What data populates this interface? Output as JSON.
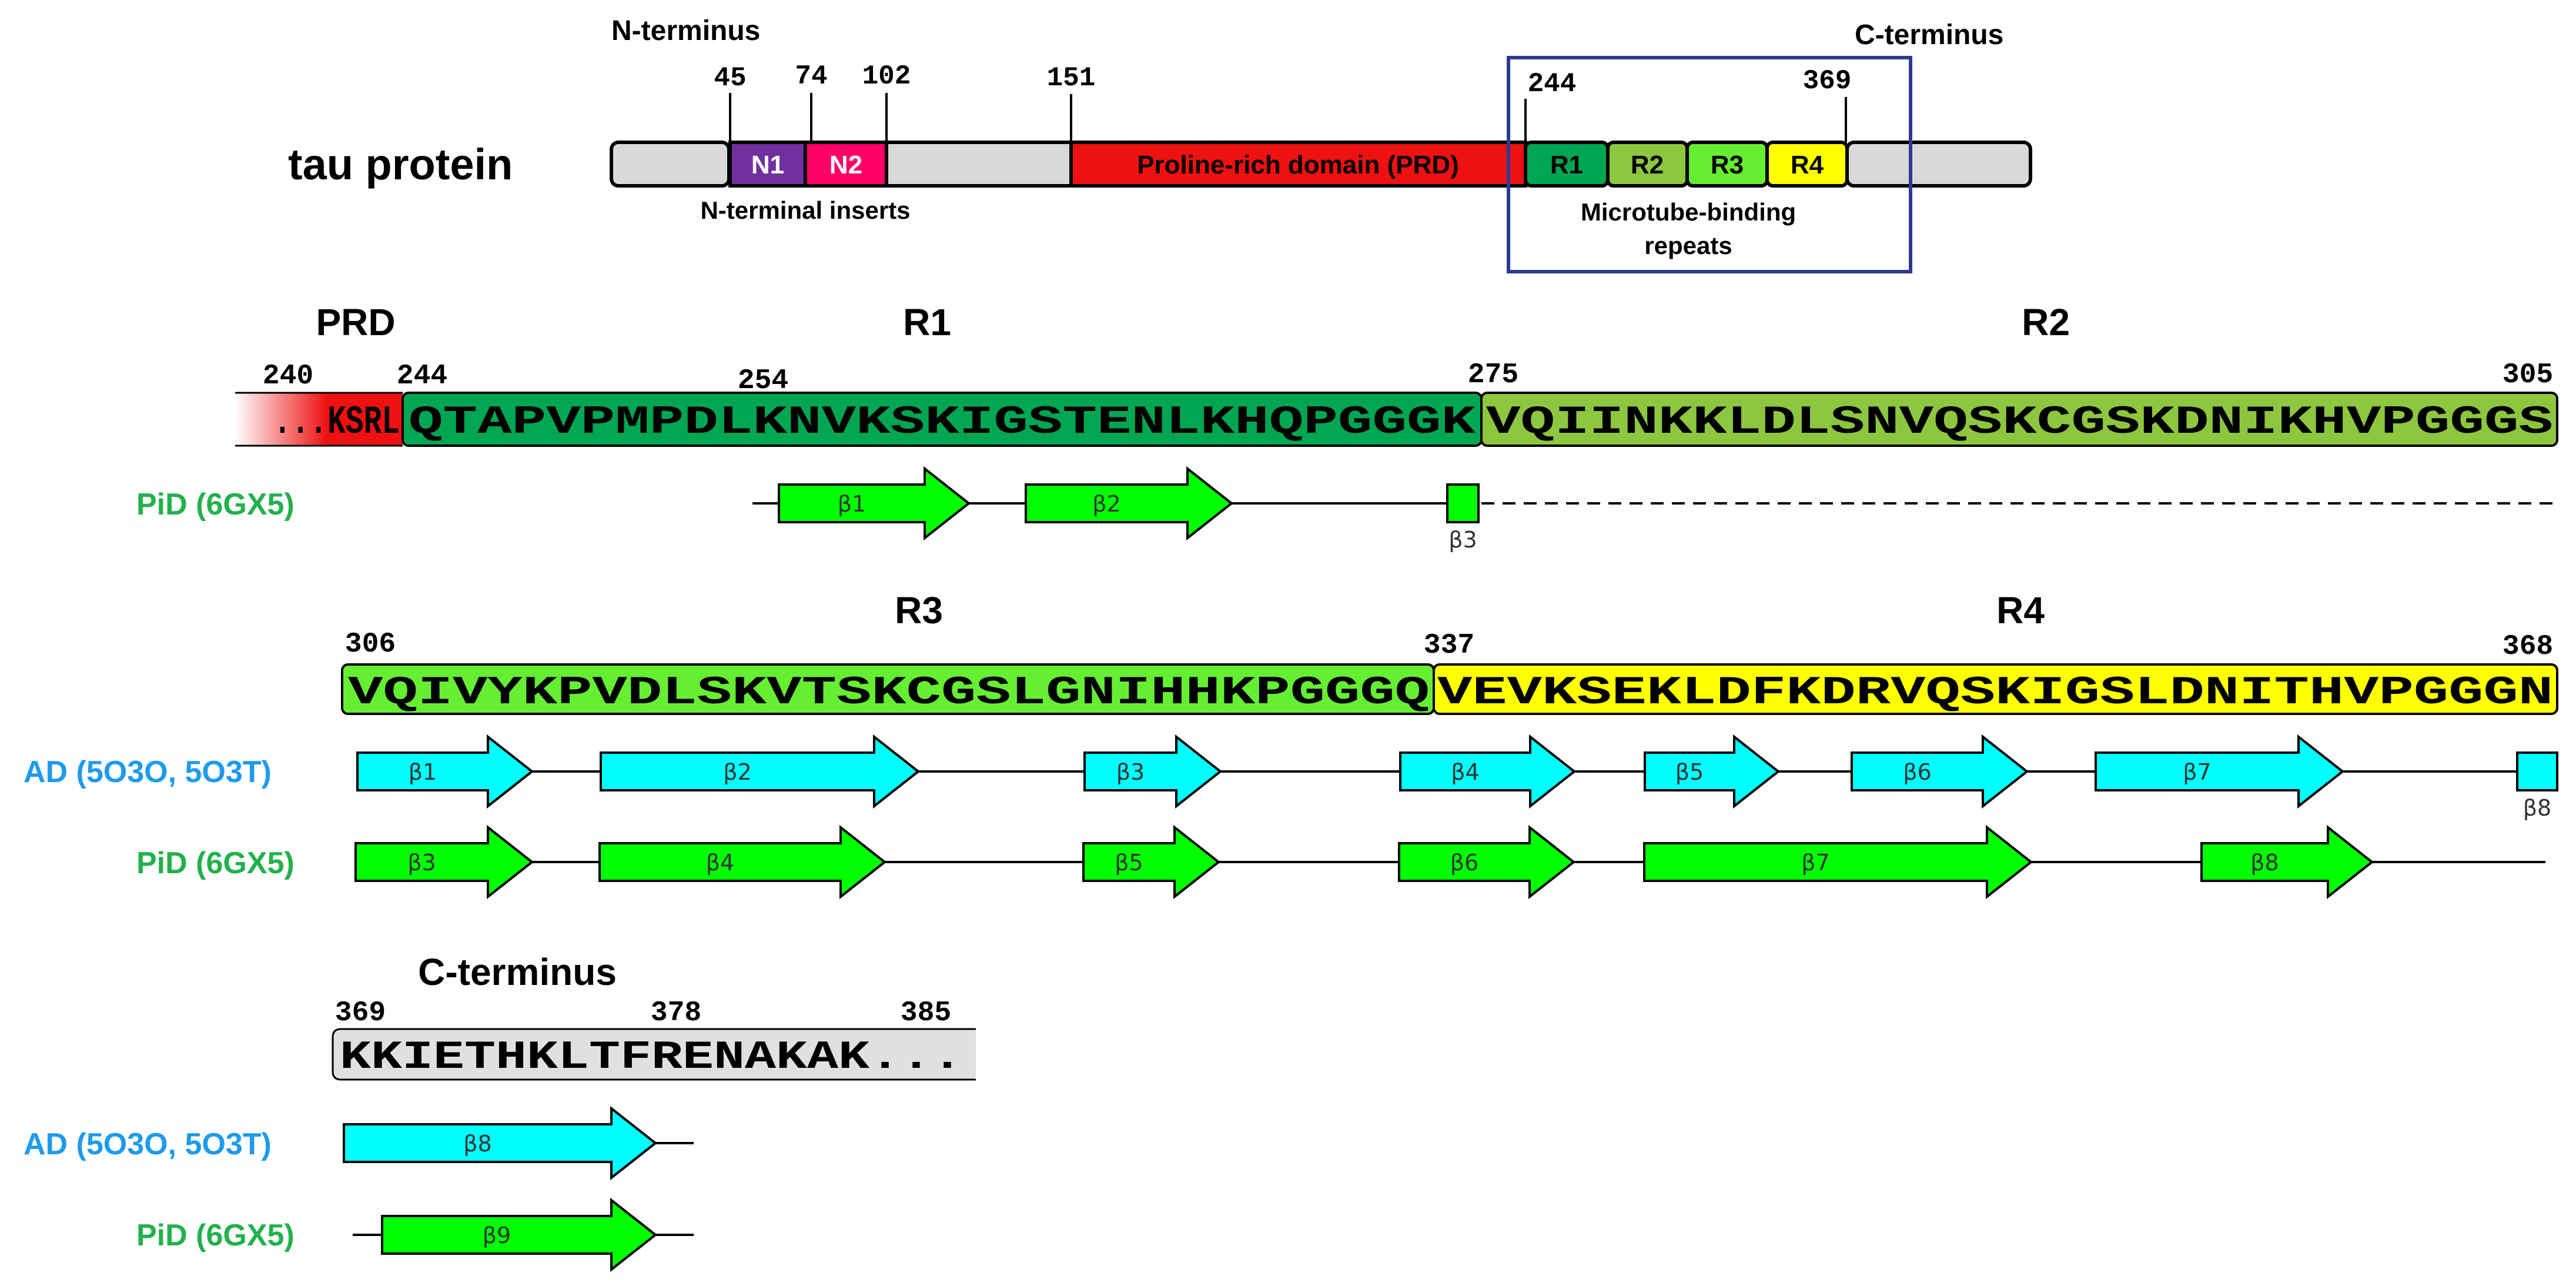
{
  "overview": {
    "protein_label": "tau protein",
    "n_terminus": "N-terminus",
    "c_terminus": "C-terminus",
    "positions": [
      "45",
      "74",
      "102",
      "151",
      "244",
      "369"
    ],
    "domains": {
      "n1": "N1",
      "n2": "N2",
      "prd": "Proline-rich domain (PRD)",
      "r1": "R1",
      "r2": "R2",
      "r3": "R3",
      "r4": "R4"
    },
    "n_inserts_caption": "N-terminal inserts",
    "mtbr_caption_line1": "Microtube-binding",
    "mtbr_caption_line2": "repeats"
  },
  "row1": {
    "headers": {
      "prd": "PRD",
      "r1": "R1",
      "r2": "R2"
    },
    "positions": [
      "240",
      "244",
      "254",
      "275",
      "305"
    ],
    "seq_prd": "...KSRL",
    "seq_r1": "QTAPVPMPDLKNVKSKIGSTENLKHQPGGGK",
    "seq_r2": "VQIINKKLDLSNVQSKCGSKDNIKHVPGGGS",
    "pid_label": "PiD (6GX5)",
    "pid_strands": [
      "β1",
      "β2",
      "β3"
    ]
  },
  "row2": {
    "headers": {
      "r3": "R3",
      "r4": "R4"
    },
    "positions": [
      "306",
      "337",
      "368"
    ],
    "seq_r3": "VQIVYKPVDLSKVTSKCGSLGNIHHKPGGGQ",
    "seq_r4": "VEVKSEKLDFKDRVQSKIGSLDNITHVPGGGN",
    "ad_label": "AD (5O3O, 5O3T)",
    "pid_label": "PiD (6GX5)",
    "ad_strands": [
      "β1",
      "β2",
      "β3",
      "β4",
      "β5",
      "β6",
      "β7",
      "β8"
    ],
    "pid_strands": [
      "β3",
      "β4",
      "β5",
      "β6",
      "β7",
      "β8"
    ]
  },
  "row3": {
    "header": "C-terminus",
    "positions": [
      "369",
      "378",
      "385"
    ],
    "seq_c": "KKIETHKLTFRENAKAK...",
    "ad_label": "AD (5O3O, 5O3T)",
    "pid_label": "PiD (6GX5)",
    "ad_strands": [
      "β8"
    ],
    "pid_strands": [
      "β9"
    ]
  },
  "colors": {
    "prd": "#ee1111",
    "r1": "#00a651",
    "r2": "#8dc63f",
    "r3": "#66ee33",
    "r4": "#ffff00",
    "n1": "#7030a0",
    "n2": "#ff0066",
    "grey": "#d9d9d9",
    "ad": "#00ffff",
    "pid": "#00ff00",
    "ad_text": "#1e9bea",
    "pid_text": "#22b14c",
    "box": "#2b3b8f"
  }
}
